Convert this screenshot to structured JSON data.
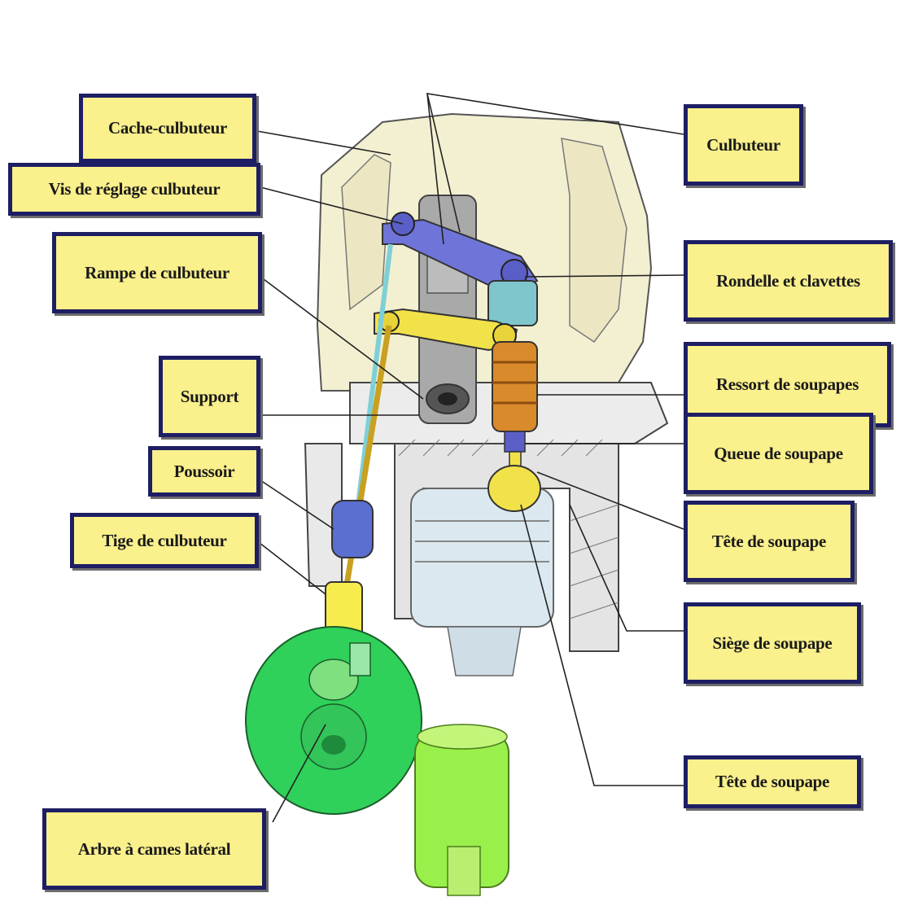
{
  "labels": {
    "cache_culbuteur": "Cache-culbuteur",
    "vis_reglage": "Vis de réglage culbuteur",
    "rampe": "Rampe de culbuteur",
    "support": "Support",
    "poussoir": "Poussoir",
    "tige": "Tige de culbuteur",
    "arbre_cames": "Arbre à cames latéral",
    "culbuteur": "Culbuteur",
    "rondelle": "Rondelle et clavettes",
    "ressort": "Ressort de soupapes",
    "queue": "Queue de soupape",
    "tete_1": "Tête de soupape",
    "siege": "Siège de soupape",
    "tete_2": "Tête de soupape"
  },
  "colors": {
    "label_fill": "#faf08c",
    "label_border": "#1e1e64",
    "cover": "#f3f0d2",
    "rocker_blue": "#6f74d8",
    "rocker_yellow": "#f2e24a",
    "spring": "#d98a2a",
    "gear_dark": "#2fd15a",
    "gear_light": "#9af04a",
    "piston": "#dbe8f0"
  }
}
